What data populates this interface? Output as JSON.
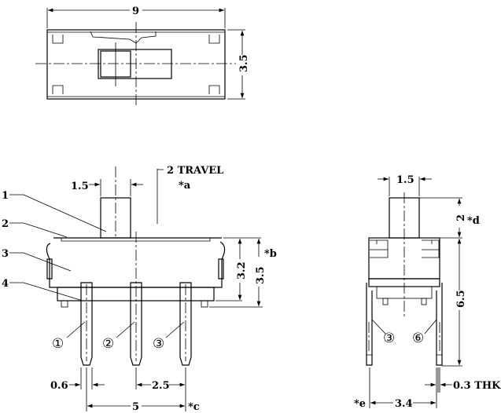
{
  "top_view": {
    "width_dim": "9",
    "height_dim": "3.5"
  },
  "front_view": {
    "part_labels": [
      "1",
      "2",
      "3",
      "4"
    ],
    "pin_labels": [
      "①",
      "②",
      "③"
    ],
    "actuator_width": "1.5",
    "travel": "2 TRAVEL",
    "note_a": "*a",
    "height_body": "3.2",
    "height_total": "3.5",
    "note_b": "*b",
    "pin_width": "0.6",
    "pin_pitch": "2.5",
    "pin_span": "5",
    "note_c": "*c"
  },
  "side_view": {
    "actuator_width": "1.5",
    "actuator_height": "2",
    "note_d": "*d",
    "height_total": "6.5",
    "pin_labels": [
      "③",
      "⑥"
    ],
    "thickness": "0.3 THK",
    "note_e": "*e",
    "pin_span": "3.4"
  }
}
